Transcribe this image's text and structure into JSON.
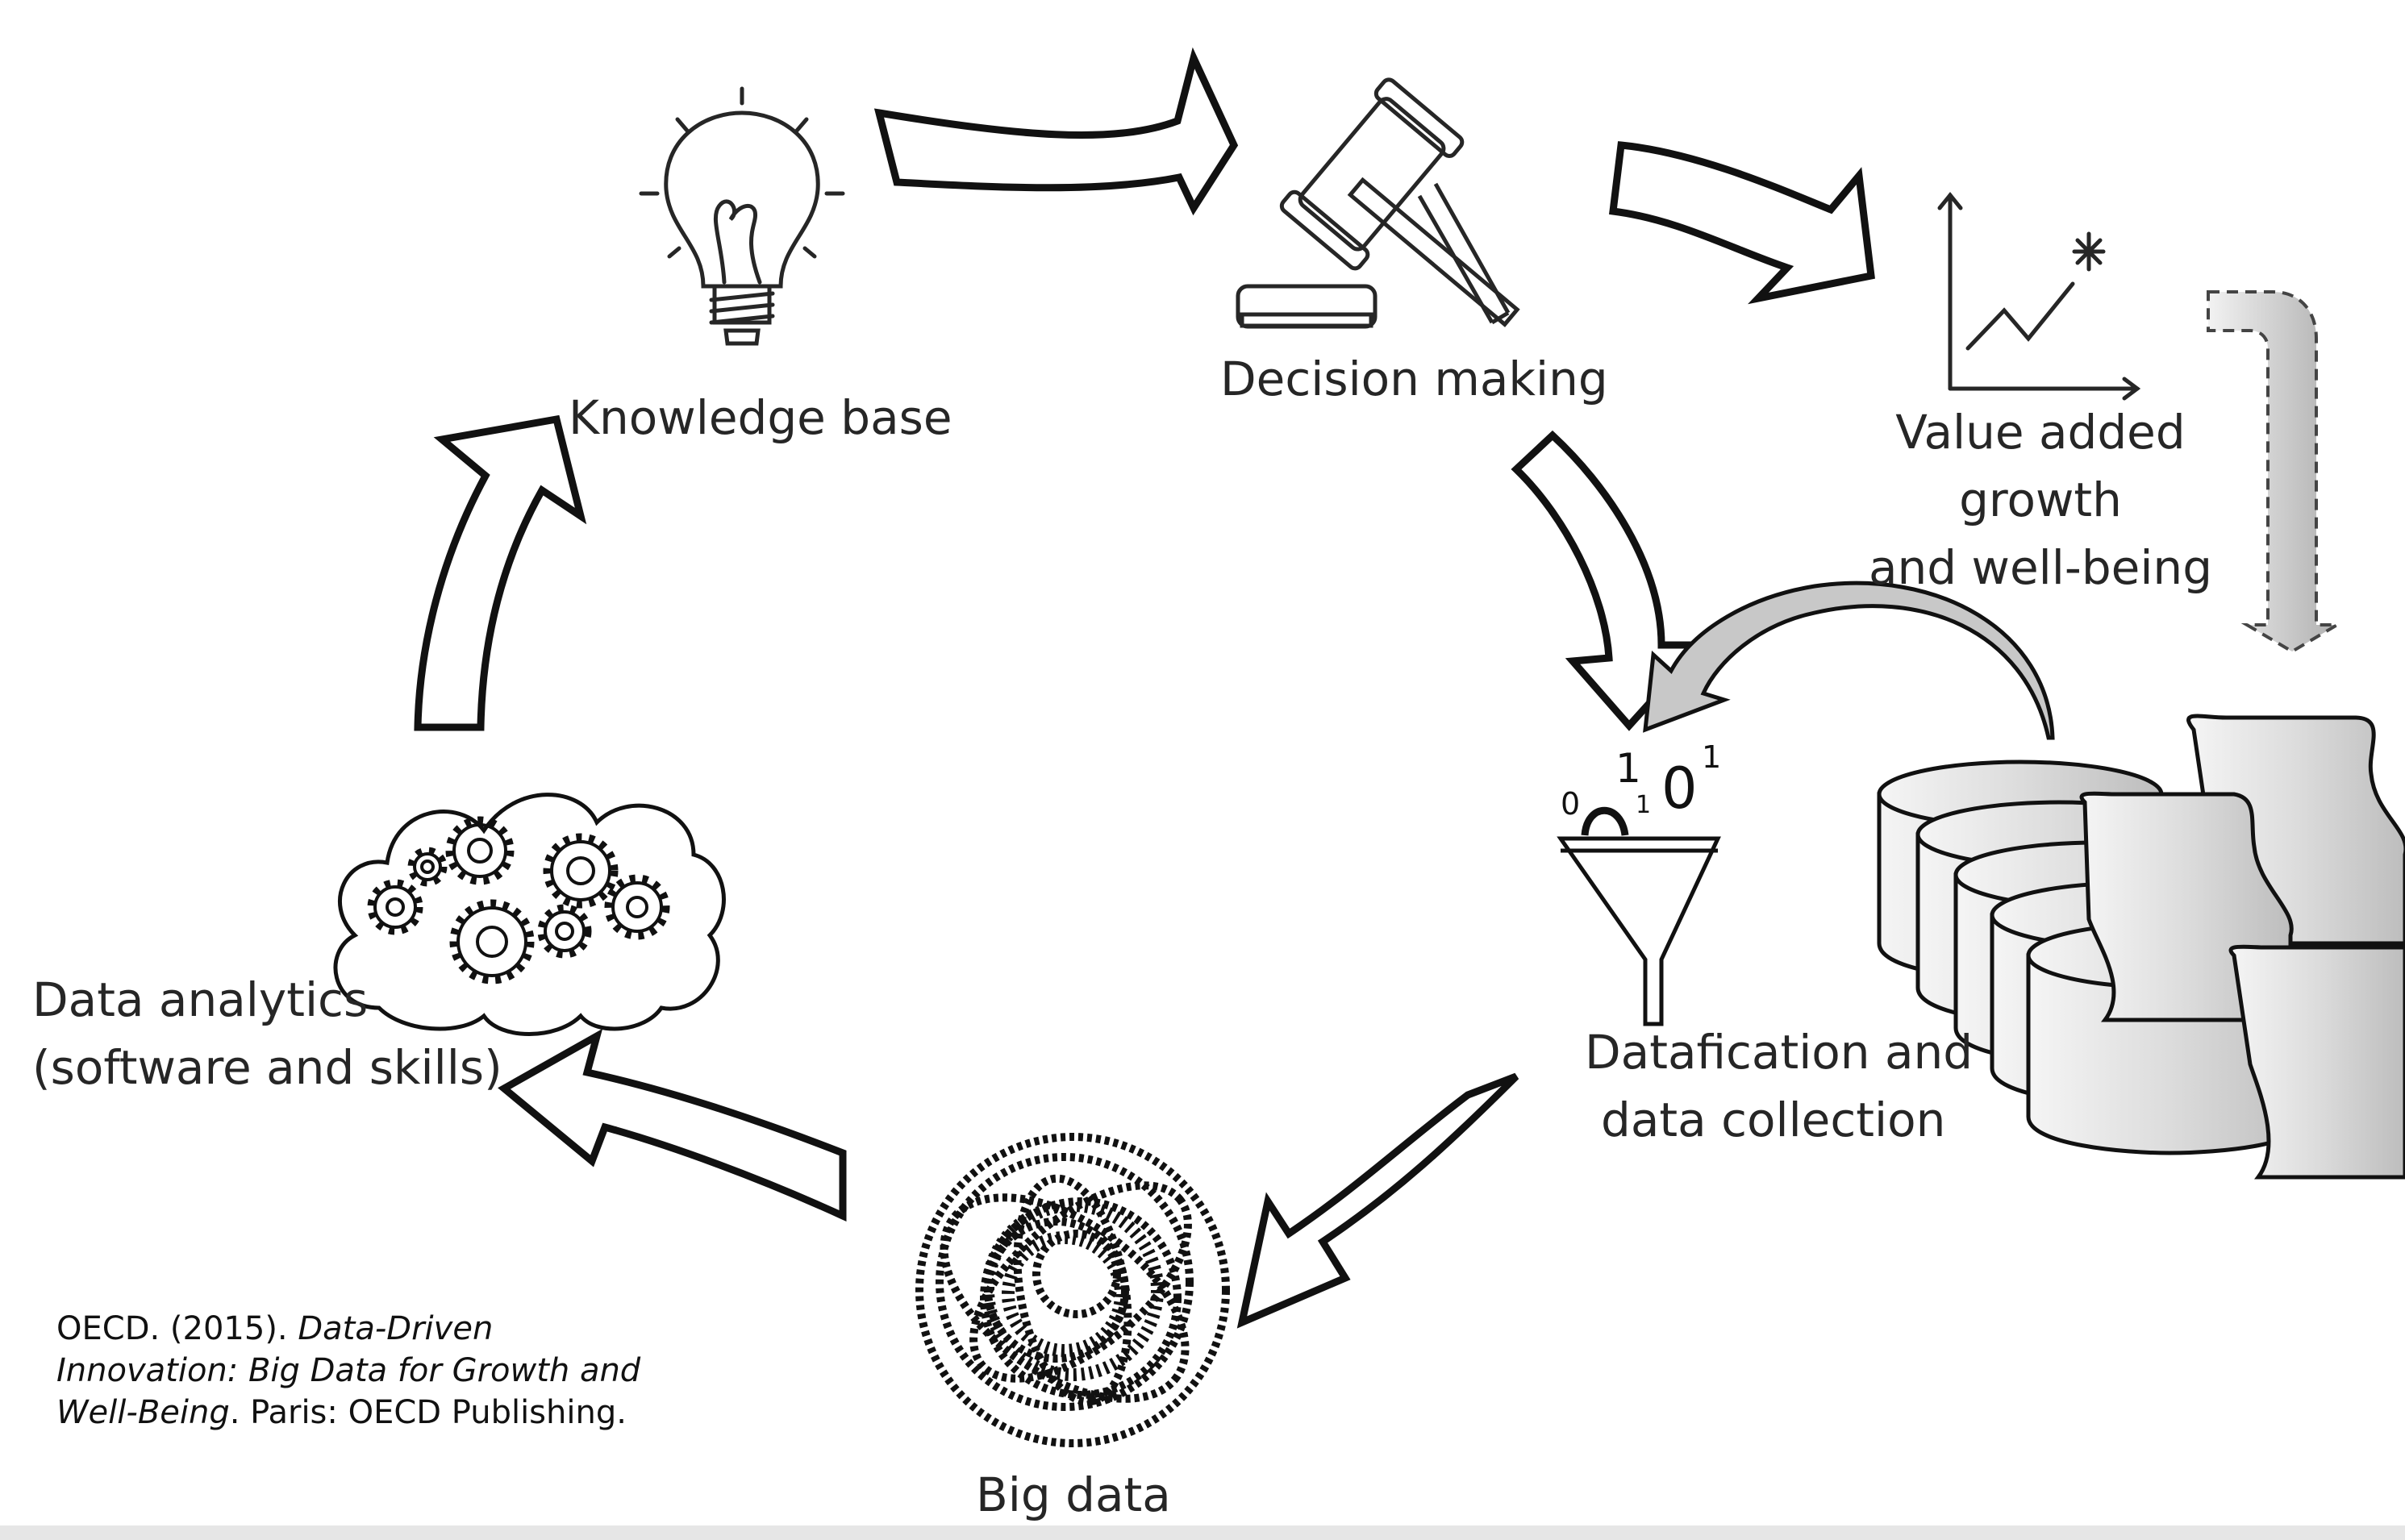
{
  "cycle_steps": {
    "knowledge_base": "Knowledge base",
    "decision_making": "Decision making",
    "value_added": {
      "line1": "Value added",
      "line2": "growth",
      "line3": "and well-being"
    },
    "datafication": {
      "line1": "Datafication and",
      "line2": "data collection"
    },
    "big_data": "Big data",
    "data_analytics": {
      "line1": "Data analytics",
      "line2": "(software and skills)"
    }
  },
  "binary_marks": {
    "b0": "0",
    "b1": "1",
    "b2": "1",
    "b3": "0",
    "b4": "1"
  },
  "citation": {
    "authors": "OECD. (2015). ",
    "title_line1": "Data-Driven",
    "title_line2": "Innovation: Big Data for Growth and",
    "title_line3": "Well-Being",
    "publisher": ". Paris: OECD Publishing."
  },
  "colors": {
    "ink": "#262626",
    "outline": "#111111",
    "fill_grey": "#d9d9d9",
    "background": "#ffffff"
  }
}
